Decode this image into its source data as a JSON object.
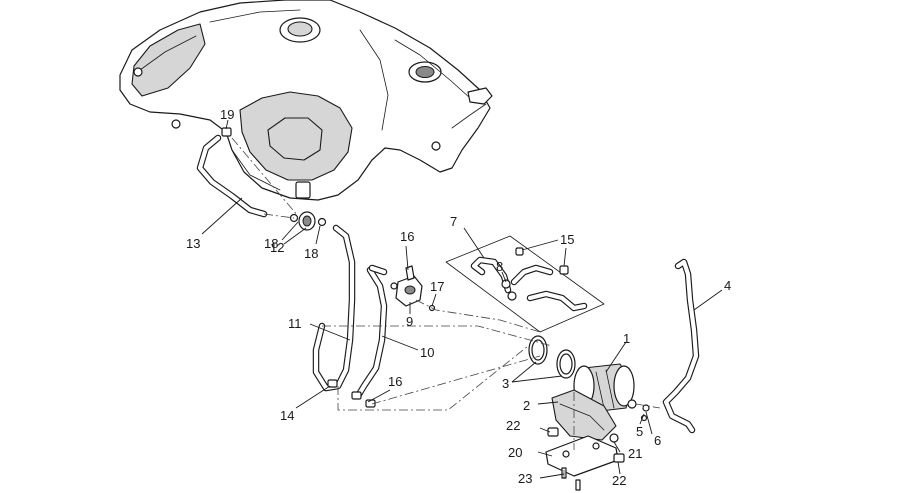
{
  "callouts": {
    "c1": "1",
    "c2": "2",
    "c3": "3",
    "c4": "4",
    "c5": "5",
    "c6": "6",
    "c7": "7",
    "c8": "8",
    "c9": "9",
    "c10": "10",
    "c11": "11",
    "c12": "12",
    "c13": "13",
    "c14": "14",
    "c15": "15",
    "c16a": "16",
    "c16b": "16",
    "c17": "17",
    "c18a": "18",
    "c18b": "18",
    "c19": "19",
    "c20": "20",
    "c21": "21",
    "c22a": "22",
    "c22b": "22",
    "c23": "23"
  }
}
